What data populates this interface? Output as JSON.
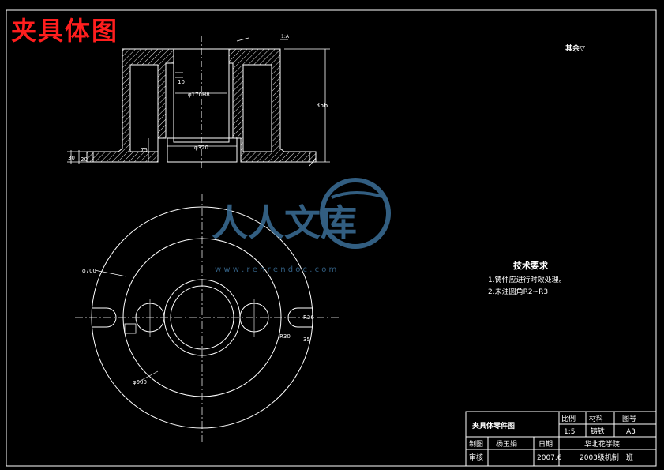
{
  "header": {
    "title": "夹具体图"
  },
  "drawing": {
    "top_right_note": "其余▽",
    "dimensions": {
      "height": "356",
      "bore": "φ170H8",
      "base_bore": "φ320",
      "small": "10",
      "left_a": "30",
      "left_b": "20",
      "depth": "75",
      "outer_dia": "φ700",
      "inner_dia": "φ500",
      "r_slot": "R26",
      "r_corner": "R30",
      "slot_depth": "35",
      "tol_label": "1:A"
    },
    "tech_requirements": {
      "title": "技术要求",
      "items": [
        "1.铸件应进行时效处理。",
        "2.未注圆角R2~R3"
      ]
    }
  },
  "watermark": {
    "text": "人人文库",
    "url": "w w w . r e n r e n d o c . c o m"
  },
  "title_block": {
    "part_name": "夹具体零件图",
    "scale_label": "比例",
    "material_label": "材料",
    "drawing_no_label": "图号",
    "scale": "1:5",
    "material": "铸铁",
    "drawing_no": "A3",
    "drawn_label": "制图",
    "drawn_by": "杨玉娟",
    "date_label": "日期",
    "school": "华北花学院",
    "check_label": "审核",
    "date": "2007.6",
    "class": "2003级机制一班"
  },
  "colors": {
    "line": "#ffffff",
    "title": "#ff1e1e",
    "watermark": "#3b6f98"
  }
}
